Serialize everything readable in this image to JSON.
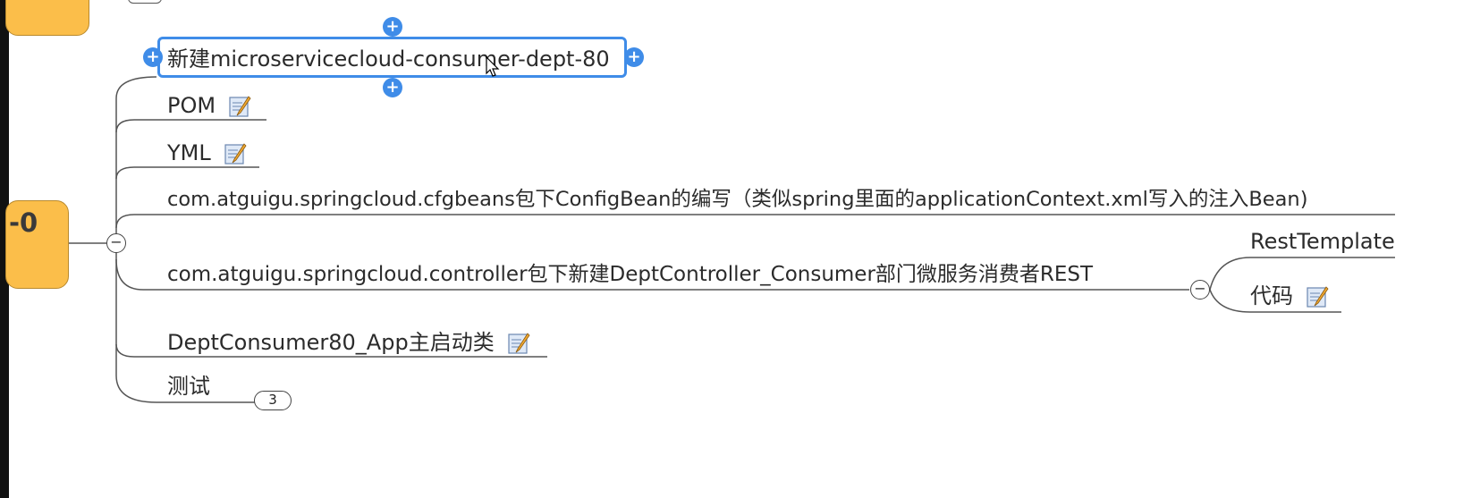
{
  "central_topic": {
    "label": "-0"
  },
  "branches": [
    {
      "label": "新建microservicecloud-consumer-dept-80",
      "selected": true
    },
    {
      "label": "POM",
      "has_note": true
    },
    {
      "label": "YML",
      "has_note": true
    },
    {
      "label": "com.atguigu.springcloud.cfgbeans包下ConfigBean的编写（类似spring里面的applicationContext.xml写入的注入Bean)"
    },
    {
      "label": "com.atguigu.springcloud.controller包下新建DeptController_Consumer部门微服务消费者REST",
      "children": [
        {
          "label": "RestTemplate"
        },
        {
          "label": "代码",
          "has_note": true
        }
      ]
    },
    {
      "label": "DeptConsumer80_App主启动类",
      "has_note": true
    },
    {
      "label": "测试",
      "collapsed_count": "3"
    }
  ],
  "icons": {
    "note": "note-pencil-icon",
    "collapse": "collapse-minus-icon",
    "add": "add-plus-icon"
  },
  "colors": {
    "topic_fill": "#fbbe4a",
    "selection": "#3f8ce8",
    "line": "#555555"
  }
}
